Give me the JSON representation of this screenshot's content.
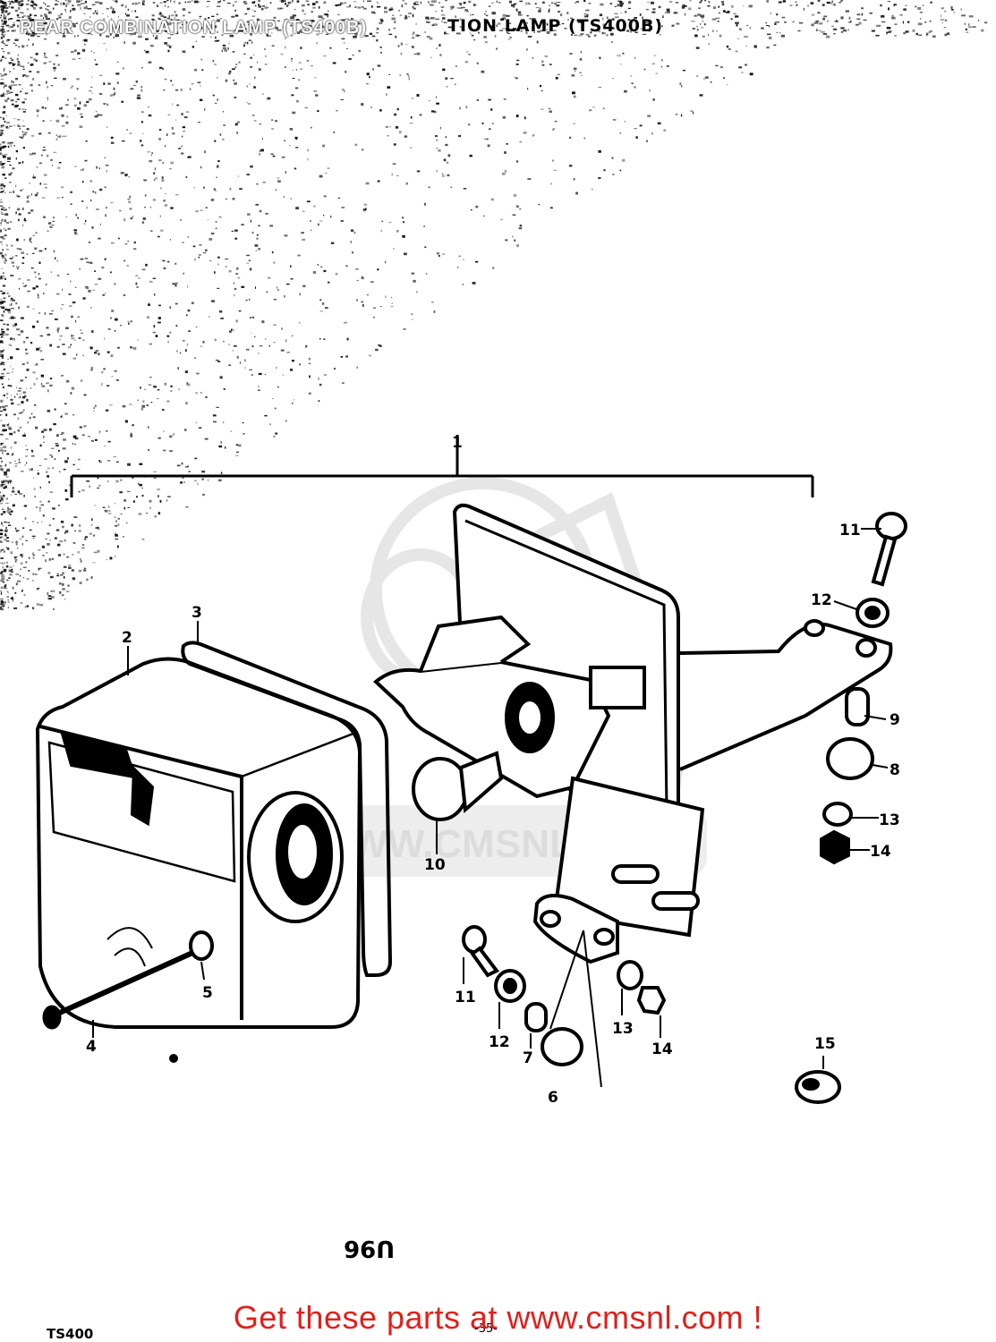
{
  "title": {
    "scanned": "REAR COMBINATION LAMP (TS400B)",
    "overprint": "TION LAMP (TS400B)"
  },
  "watermark": {
    "text": "WWW.CMSNL.COM",
    "logo_icon": "cmsnl-logo-watermark"
  },
  "callouts": [
    "1",
    "2",
    "3",
    "4",
    "5",
    "6",
    "7",
    "8",
    "9",
    "10",
    "11",
    "11",
    "12",
    "12",
    "13",
    "13",
    "14",
    "14",
    "15"
  ],
  "footer": {
    "code": "U96",
    "model": "TS400",
    "page": "-35-",
    "cta": "Get these parts at www.cmsnl.com !",
    "cta_color": "#e0201b"
  }
}
